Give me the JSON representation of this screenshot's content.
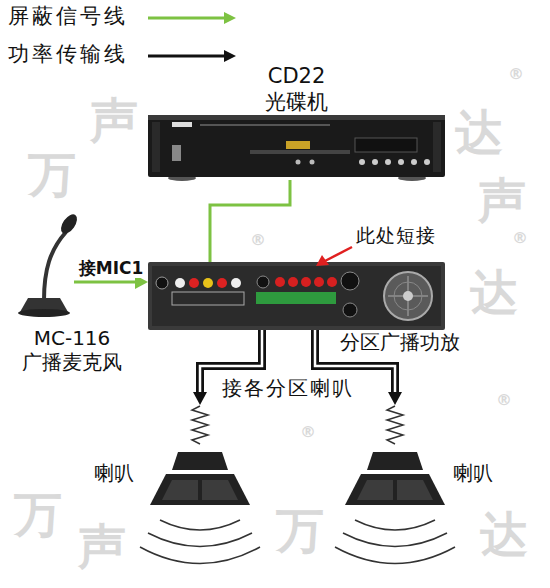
{
  "diagram": {
    "nodes": [
      {
        "text": [
          "CD22",
          "光碟机"
        ]
      },
      {
        "text": [
          "MC-116",
          "广播麦克风"
        ]
      },
      {
        "text": [
          "分区广播功放"
        ]
      },
      {
        "text": [
          "喇叭"
        ]
      },
      {
        "text": [
          "喇叭"
        ]
      }
    ],
    "edges": [
      {
        "from": 0,
        "to": 2,
        "arrow": "none"
      },
      {
        "from": 1,
        "to": 2,
        "arrow": "to",
        "label": "接MIC1"
      },
      {
        "from": 2,
        "to": 3,
        "arrow": "to"
      },
      {
        "from": 2,
        "to": 4,
        "arrow": "to"
      }
    ],
    "labels": [
      "此处短接",
      "接各分区喇叭",
      "万",
      "声",
      "达",
      "达",
      "声",
      "万",
      "声",
      "万",
      "达",
      "®",
      "®",
      "®",
      "®",
      "®"
    ],
    "legend": [
      {
        "text": "屏蔽信号线"
      },
      {
        "text": "功率传输线"
      }
    ]
  }
}
